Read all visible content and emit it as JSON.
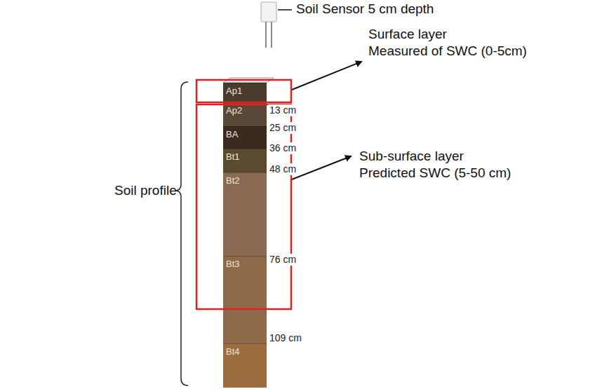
{
  "diagram": {
    "nodes": [
      {
        "text": [
          "Ap1"
        ]
      },
      {
        "text": [
          "Ap2"
        ]
      },
      {
        "text": [
          "BA"
        ]
      },
      {
        "text": [
          "Bt1"
        ]
      },
      {
        "text": [
          "Bt2"
        ]
      },
      {
        "text": [
          "Bt3"
        ]
      },
      {
        "text": [
          "Bt4"
        ]
      }
    ],
    "labels": [
      "Soil Sensor 5 cm depth",
      "Surface layer",
      "Measured of SWC (0-5cm)",
      "Sub-surface layer",
      "Predicted SWC (5-50 cm)",
      "Soil profile",
      "13 cm",
      "25 cm",
      "36 cm",
      "48 cm",
      "76 cm",
      "109 cm"
    ]
  }
}
